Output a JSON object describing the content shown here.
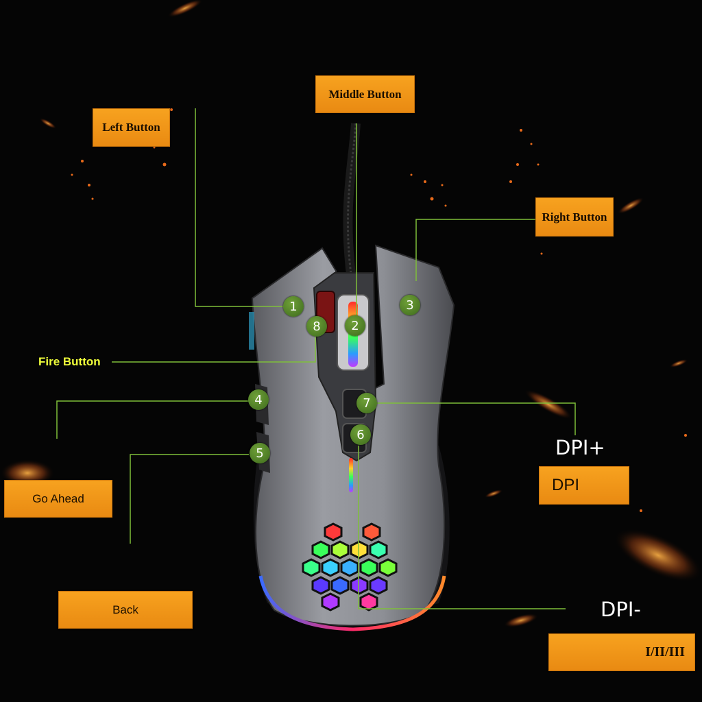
{
  "labels": {
    "left_button": "Left Button",
    "middle_button": "Middle Button",
    "right_button": "Right Button",
    "fire_button": "Fire Button",
    "go_ahead": "Go Ahead",
    "back": "Back",
    "dpi_plus": "DPI+",
    "dpi": "DPI",
    "dpi_minus": "DPI-",
    "dpi_levels": "I/II/III"
  },
  "badges": [
    "1",
    "2",
    "3",
    "4",
    "5",
    "6",
    "7",
    "8"
  ],
  "colors": {
    "label_orange": "#f2971a",
    "line_green": "#7fbf3a",
    "badge_green": "#4f8226",
    "fire_yellow": "#f0ff3a",
    "background": "#050505"
  }
}
